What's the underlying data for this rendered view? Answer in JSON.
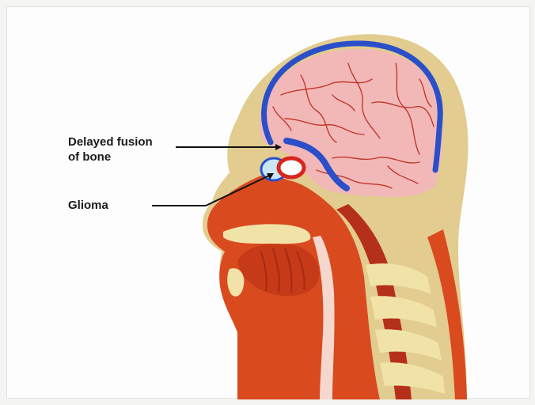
{
  "labels": {
    "fusion_line1": "Delayed fusion",
    "fusion_line2": "of bone",
    "glioma": "Glioma"
  },
  "colors": {
    "skin": "#e2cc8f",
    "brain": "#f2b8b8",
    "brain_vessels": "#c0392b",
    "dura": "#2a4fc9",
    "muscle": "#d94a1f",
    "muscle_dark": "#b5301a",
    "bone": "#f1e3a8",
    "glioma_ring": "#d7261e",
    "pointer": "#111111"
  }
}
